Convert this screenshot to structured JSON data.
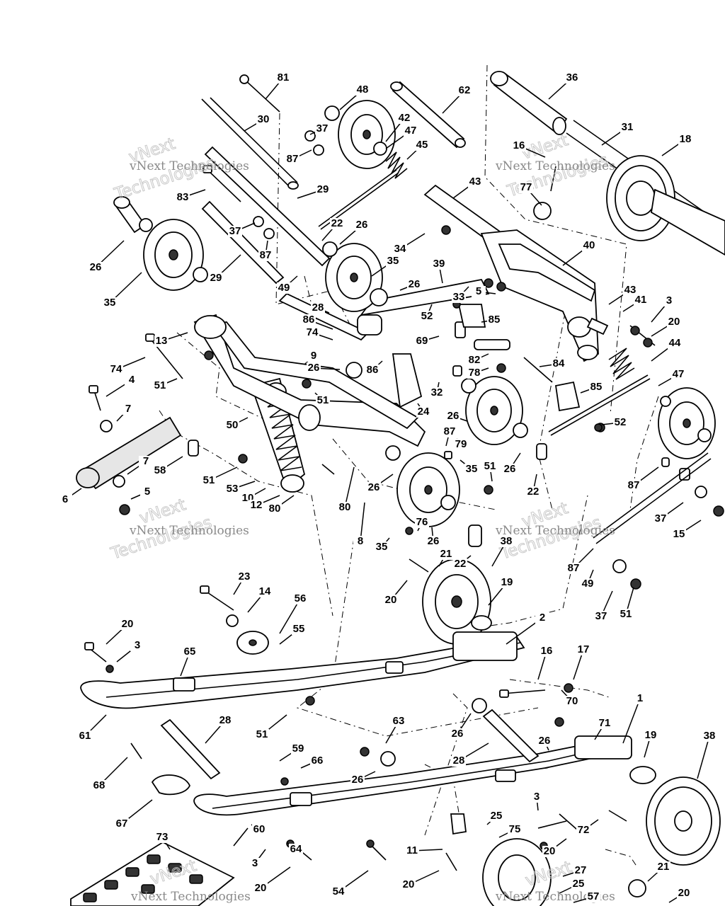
{
  "diagram": {
    "labels": [
      "81",
      "48",
      "36",
      "62",
      "30",
      "37",
      "42",
      "47",
      "45",
      "87",
      "16",
      "31",
      "18",
      "29",
      "43",
      "77",
      "83",
      "22",
      "37",
      "26",
      "87",
      "34",
      "40",
      "26",
      "35",
      "35",
      "29",
      "49",
      "39",
      "26",
      "43",
      "3",
      "41",
      "20",
      "28",
      "33",
      "5",
      "85",
      "13",
      "74",
      "52",
      "86",
      "86",
      "69",
      "44",
      "82",
      "9",
      "26",
      "51",
      "78",
      "84",
      "74",
      "4",
      "32",
      "47",
      "51",
      "85",
      "7",
      "24",
      "26",
      "52",
      "50",
      "58",
      "87",
      "35",
      "79",
      "26",
      "6",
      "51",
      "7",
      "53",
      "22",
      "51",
      "10",
      "12",
      "87",
      "80",
      "5",
      "80",
      "26",
      "37",
      "15",
      "35",
      "76",
      "8",
      "26",
      "38",
      "87",
      "21",
      "22",
      "49",
      "23",
      "19",
      "14",
      "20",
      "56",
      "37",
      "51",
      "20",
      "55",
      "3",
      "2",
      "16",
      "17",
      "65",
      "70",
      "61",
      "51",
      "26",
      "71",
      "1",
      "28",
      "63",
      "26",
      "19",
      "38",
      "59",
      "28",
      "66",
      "68",
      "26",
      "67",
      "3",
      "25",
      "60",
      "72",
      "11",
      "75",
      "64",
      "73",
      "3",
      "20",
      "20",
      "54",
      "20",
      "27",
      "21",
      "25",
      "57",
      "20"
    ],
    "watermarks": [
      "vNext Technologies",
      "vNext Technologies",
      "vNext Technologies",
      "vNext Technologies",
      "vNext Technologies",
      "vNext Technologies"
    ],
    "watermark_big": [
      "vNext",
      "Technologies"
    ]
  }
}
